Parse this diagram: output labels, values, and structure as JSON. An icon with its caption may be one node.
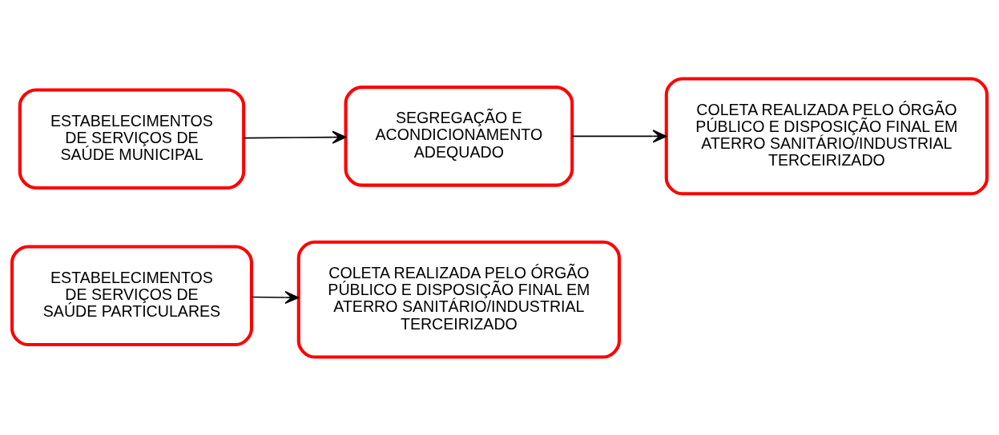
{
  "diagram": {
    "nodes": [
      {
        "text": [
          "ESTABELECIMENTOS DE SERVIÇOS DE SAÚDE MUNICIPAL"
        ]
      },
      {
        "text": [
          "SEGREGAÇÃO E ACONDICIONAMENTO ADEQUADO"
        ]
      },
      {
        "text": [
          "COLETA REALIZADA PELO ÓRGÃO PÚBLICO E DISPOSIÇÃO FINAL EM ATERRO SANITÁRIO/INDUSTRIAL TERCEIRIZADO"
        ]
      },
      {
        "text": [
          "ESTABELECIMENTOS DE SERVIÇOS DE SAÚDE PARTICULARES"
        ]
      },
      {
        "text": [
          "COLETA REALIZADA PELO ÓRGÃO PÚBLICO E DISPOSIÇÃO FINAL EM ATERRO SANITÁRIO/INDUSTRIAL TERCEIRIZADO"
        ]
      }
    ],
    "edges": [
      {
        "from": 0,
        "to": 1,
        "arrow": "to"
      },
      {
        "from": 1,
        "to": 2,
        "arrow": "to"
      },
      {
        "from": 3,
        "to": 4,
        "arrow": "to"
      }
    ]
  }
}
